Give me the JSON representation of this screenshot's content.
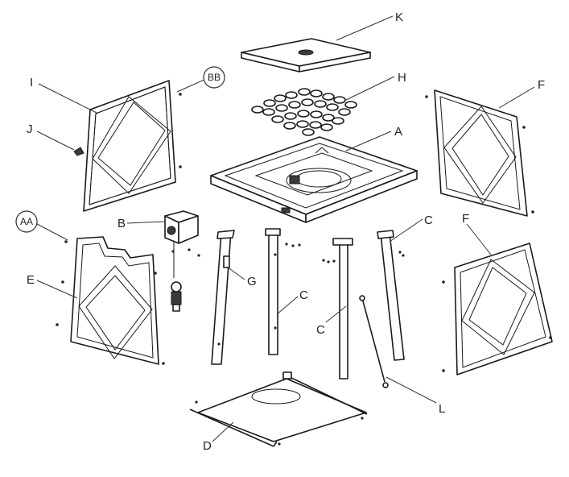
{
  "diagram": {
    "callouts": {
      "K": "K",
      "H": "H",
      "A": "A",
      "I": "I",
      "J": "J",
      "BB": "BB",
      "F_top": "F",
      "F_bottom": "F",
      "AA": "AA",
      "B": "B",
      "E": "E",
      "G": "G",
      "C_left": "C",
      "C_mid": "C",
      "C_right": "C",
      "L": "L",
      "D": "D"
    }
  }
}
